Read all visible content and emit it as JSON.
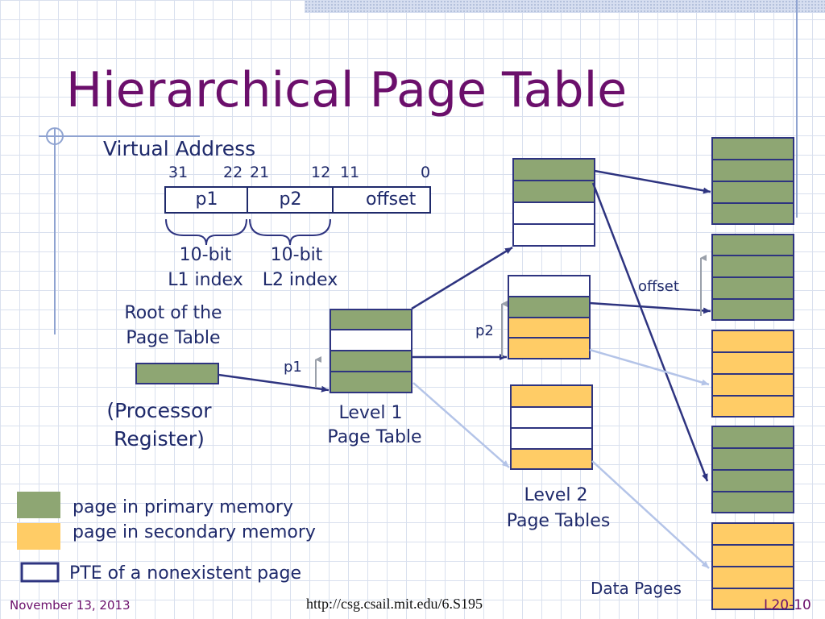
{
  "slide": {
    "title": "Hierarchical Page Table",
    "footer_date": "November 13, 2013",
    "footer_url": "http://csg.csail.mit.edu/6.S195",
    "footer_page": "L20-10"
  },
  "virtual_address": {
    "label": "Virtual Address",
    "bit_31": "31",
    "bit_22": "22",
    "bit_21": "21",
    "bit_12": "12",
    "bit_11": "11",
    "bit_0": "0",
    "field_p1": "p1",
    "field_p2": "p2",
    "field_offset": "offset",
    "l1_width": "10-bit",
    "l1_desc": "L1 index",
    "l2_width": "10-bit",
    "l2_desc": "L2 index"
  },
  "root": {
    "label_line1": "Root of the",
    "label_line2": "Page Table",
    "reg_line1": "(Processor",
    "reg_line2": "Register)"
  },
  "labels": {
    "p1": "p1",
    "p2": "p2",
    "offset": "offset",
    "level1_line1": "Level 1",
    "level1_line2": "Page Table",
    "level2_line1": "Level 2",
    "level2_line2": "Page Tables",
    "data_pages": "Data Pages"
  },
  "legend": {
    "primary": "page in primary memory",
    "secondary": "page in secondary memory",
    "nonexistent": "PTE of a nonexistent page"
  },
  "colors": {
    "primary": "#8ea673",
    "secondary": "#ffcc66",
    "outline": "#2e3480",
    "arrow_dark": "#2e3480",
    "arrow_light": "#b4c4e8",
    "title": "#6b0f6b"
  }
}
